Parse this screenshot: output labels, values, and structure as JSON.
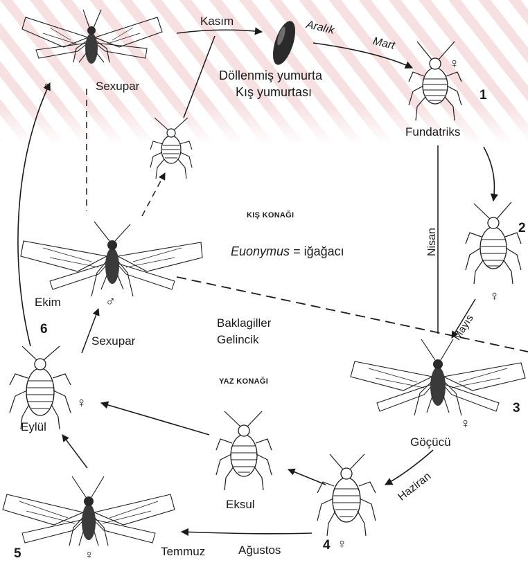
{
  "labels": {
    "kasim": "Kasım",
    "aralik": "Aralık",
    "mart": "Mart",
    "egg_line1": "Döllenmiş yumurta",
    "egg_line2": "Kış yumurtası",
    "sexupar_top": "Sexupar",
    "fundatriks": "Fundatriks",
    "kis_konagi": "KIŞ KONAĞI",
    "host_winter_italic": "Euonymus",
    "host_winter_rest": "= iğağacı",
    "nisan": "Nisan",
    "mayis": "Mayıs",
    "ekim": "Ekim",
    "sexupar_mid": "Sexupar",
    "host_summer_line1": "Baklagiller",
    "host_summer_line2": "Gelincik",
    "yaz_konagi": "YAZ KONAĞI",
    "eylul": "Eylül",
    "gocucu": "Göçücü",
    "eksul": "Eksul",
    "haziran": "Haziran",
    "temmuz": "Temmuz",
    "agustos": "Ağustos"
  },
  "stage_numbers": {
    "n1": "1",
    "n2": "2",
    "n3": "3",
    "n4": "4",
    "n5": "5",
    "n6": "6"
  },
  "sex_symbols": {
    "female": "♀",
    "male": "♂"
  },
  "colors": {
    "stripe": "#c9414a",
    "ink": "#1a1a1a",
    "background": "#ffffff"
  }
}
